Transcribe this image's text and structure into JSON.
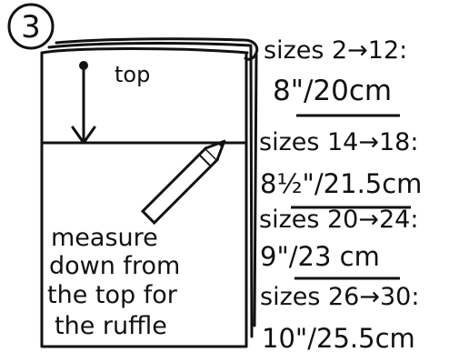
{
  "step_number": "3",
  "top_label": "top",
  "instruction_lines": [
    "measure",
    "down from",
    "the top for",
    "the ruffle"
  ],
  "size_groups": [
    {
      "sizes": "sizes 2→12:",
      "measurement": "8\"/20cm"
    },
    {
      "sizes": "sizes 14→18:",
      "measurement": "8½\"/21.5cm"
    },
    {
      "sizes": "sizes 20→24:",
      "measurement": "9\"/23 cm"
    },
    {
      "sizes": "sizes 26→30:",
      "measurement": "10\"/25.5cm"
    }
  ],
  "colors": {
    "ink": "#111111",
    "paper": "#ffffff"
  }
}
